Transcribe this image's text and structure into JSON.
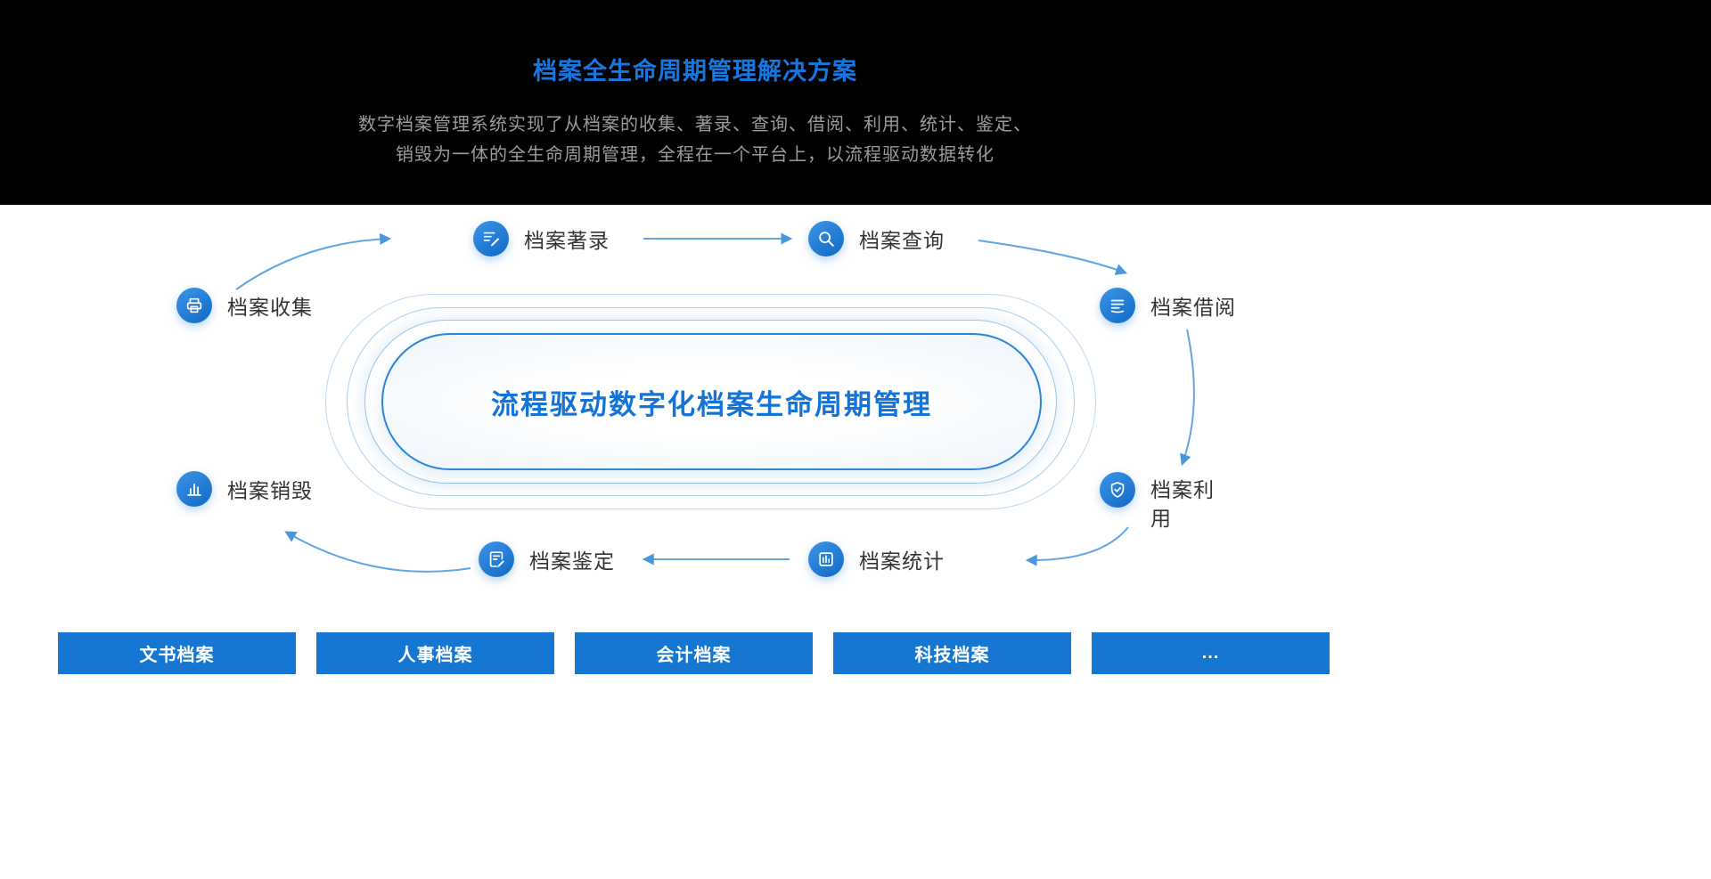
{
  "header": {
    "title": "档案全生命周期管理解决方案",
    "description_line1": "数字档案管理系统实现了从档案的收集、著录、查询、借阅、利用、统计、鉴定、",
    "description_line2": "销毁为一体的全生命周期管理，全程在一个平台上，以流程驱动数据转化"
  },
  "diagram": {
    "center_title": "流程驱动数字化档案生命周期管理",
    "nodes": [
      {
        "id": "collect",
        "label": "档案收集",
        "icon": "printer-icon"
      },
      {
        "id": "catalog",
        "label": "档案著录",
        "icon": "pen-lines-icon"
      },
      {
        "id": "search",
        "label": "档案查询",
        "icon": "search-icon"
      },
      {
        "id": "borrow",
        "label": "档案借阅",
        "icon": "document-lines-icon"
      },
      {
        "id": "use",
        "label": "档案利用",
        "icon": "shield-check-icon"
      },
      {
        "id": "stats",
        "label": "档案统计",
        "icon": "framed-chart-icon"
      },
      {
        "id": "appraise",
        "label": "档案鉴定",
        "icon": "edit-document-icon"
      },
      {
        "id": "destroy",
        "label": "档案销毁",
        "icon": "bar-chart-icon"
      }
    ]
  },
  "footer": {
    "categories": [
      "文书档案",
      "人事档案",
      "会计档案",
      "科技档案",
      "..."
    ]
  },
  "colors": {
    "header_bg": "#000000",
    "title_blue": "#1677e0",
    "accent_blue": "#1677d2",
    "center_text_blue": "#1373d6",
    "muted_text": "#9c9c9c",
    "label_text": "#333333",
    "arrow_blue": "#5fa6e3"
  }
}
